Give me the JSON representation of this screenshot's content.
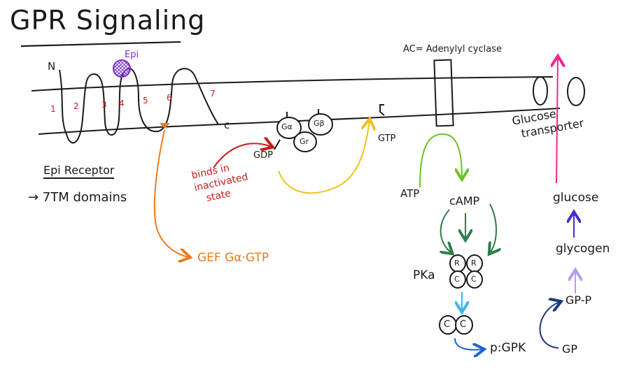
{
  "title": "GPR Signaling",
  "receptor": {
    "n_terminus": "N",
    "c_terminus": "c",
    "ligand": "Epi",
    "helix_numbers": [
      "1",
      "2",
      "3",
      "4",
      "5",
      "6",
      "7"
    ],
    "name": "Epi Receptor",
    "note": "→ 7TM domains"
  },
  "g_protein": {
    "alpha": "Gα",
    "beta": "Gβ",
    "gamma": "Gr",
    "gdp": "GDP",
    "gtp_label": "GTP",
    "binds_note_lines": [
      "binds in",
      "inactivated",
      "state"
    ],
    "gef": "GEF Gα·GTP"
  },
  "adenylyl_cyclase": {
    "label": "AC= Adenylyl cyclase",
    "atp": "ATP",
    "camp": "cAMP"
  },
  "pka": {
    "label": "PKa",
    "regulatory": [
      "R",
      "R"
    ],
    "catalytic": [
      "C",
      "C"
    ],
    "free_catalytic": [
      "C",
      "C"
    ]
  },
  "glycogen_path": {
    "pgpk": "p:GPK",
    "gp": "GP",
    "gpp": "GP-P",
    "glycogen": "glycogen",
    "glucose": "glucose",
    "transporter_lines": [
      "Glucose",
      "transporter"
    ]
  },
  "colors": {
    "ink": "#1a1a1a",
    "purple": "#7b2fd0",
    "red": "#c81b1b",
    "orange": "#f07a1a",
    "yellow": "#f0c020",
    "green": "#6cc22a",
    "dark_green": "#2e7d4a",
    "cyan": "#38b6e8",
    "blue": "#1f63d6",
    "navy": "#1a3a7a",
    "lavender": "#b79cf0",
    "indigo": "#4a2cc8",
    "pink": "#f0288c"
  }
}
